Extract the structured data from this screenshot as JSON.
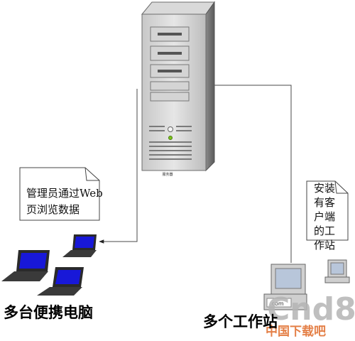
{
  "server": {
    "label": "服务器"
  },
  "admin_note": {
    "lines": [
      "管理员通过Web",
      "页浏览数据"
    ]
  },
  "client_note": {
    "lines": [
      "安装",
      "有客",
      "户端",
      "的工",
      "作站"
    ]
  },
  "laptops": {
    "caption": "多台便携电脑"
  },
  "workstations": {
    "caption": "多个工作站",
    "screen_text": ".com"
  },
  "watermark": {
    "brand": "Cnd8",
    "subtitle": "中国下载吧"
  },
  "colors": {
    "laptop_screen": "#1818d8",
    "monitor_screen": "#b8c6da",
    "watermark": "#b4b4b4",
    "watermark_sub": "#e06a28",
    "line": "#4a4a4a"
  }
}
